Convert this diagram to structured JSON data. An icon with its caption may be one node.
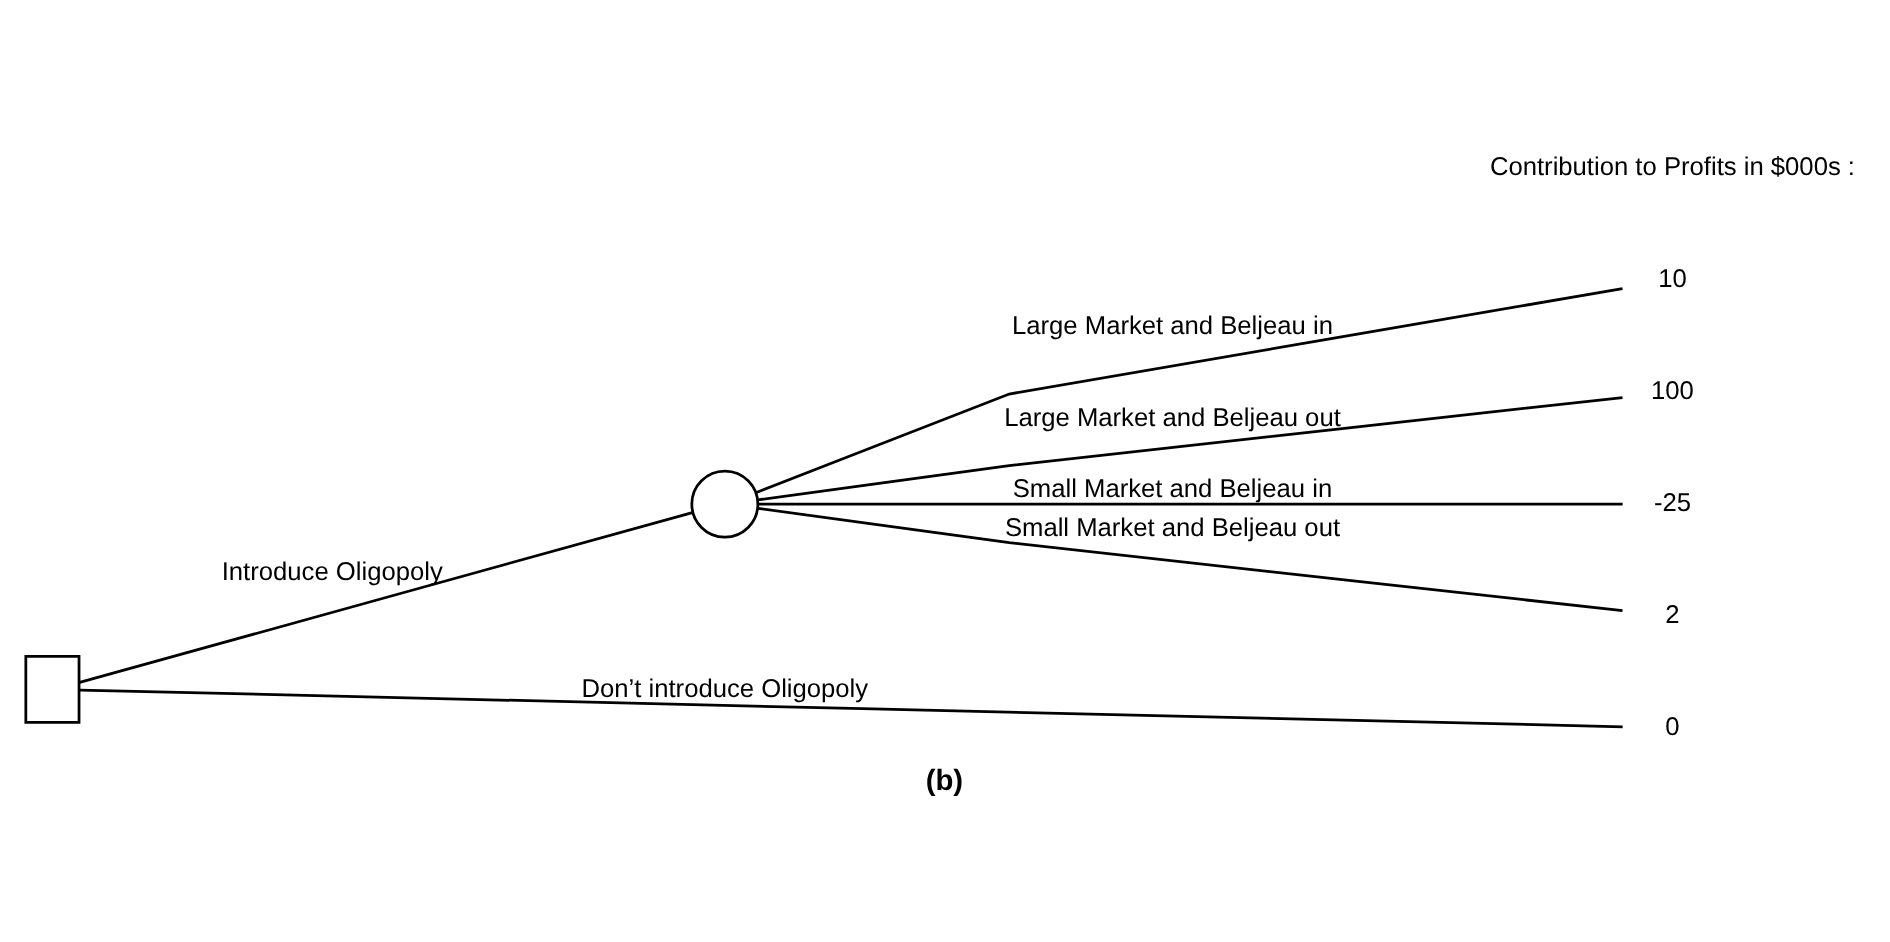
{
  "diagram": {
    "caption": "(b)",
    "nodes": [
      {
        "text": [],
        "shape": "box"
      },
      {
        "text": [],
        "shape": "circle"
      },
      {
        "text": [
          "10"
        ]
      },
      {
        "text": [
          "100"
        ]
      },
      {
        "text": [
          "-25"
        ]
      },
      {
        "text": [
          "2"
        ]
      },
      {
        "text": [
          "0"
        ]
      }
    ],
    "edges": [
      {
        "from": 0,
        "to": 1,
        "arrow": "none",
        "label": "Introduce Oligopoly"
      },
      {
        "from": 1,
        "to": 2,
        "arrow": "none",
        "label": "Large Market and Beljeau in"
      },
      {
        "from": 1,
        "to": 3,
        "arrow": "none",
        "label": "Large Market and Beljeau out"
      },
      {
        "from": 1,
        "to": 4,
        "arrow": "none",
        "label": "Small Market and Beljeau in"
      },
      {
        "from": 1,
        "to": 5,
        "arrow": "none",
        "label": "Small Market and Beljeau out"
      },
      {
        "from": 0,
        "to": 6,
        "arrow": "none",
        "label": "Don’t introduce Oligopoly"
      }
    ],
    "labels": [
      "Contribution to Profits in $000s :"
    ]
  }
}
